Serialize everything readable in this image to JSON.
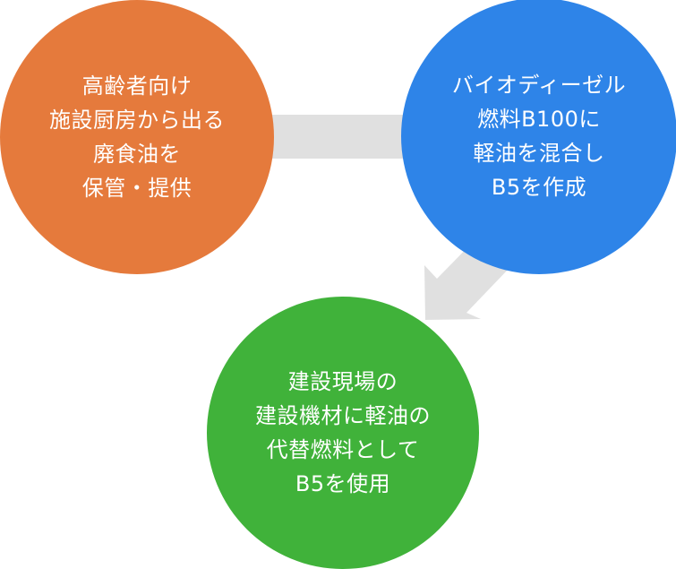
{
  "colors": {
    "step1": "#E57A3C",
    "step2": "#2E84E8",
    "step3": "#40B23A",
    "arrow": "#E0E0E0",
    "text": "#FFFFFF"
  },
  "steps": [
    {
      "id": "step1",
      "lines": [
        "高齢者向け",
        "施設厨房から出る",
        "廃食油を",
        "保管・提供"
      ]
    },
    {
      "id": "step2",
      "lines": [
        "バイオディーゼル",
        "燃料B100に",
        "軽油を混合し",
        "B5を作成"
      ]
    },
    {
      "id": "step3",
      "lines": [
        "建設現場の",
        "建設機材に軽油の",
        "代替燃料として",
        "B5を使用"
      ]
    }
  ],
  "connectors": [
    {
      "from": "step1",
      "to": "step2",
      "shape": "bar"
    },
    {
      "from": "step2",
      "to": "step3",
      "shape": "arrow"
    }
  ]
}
